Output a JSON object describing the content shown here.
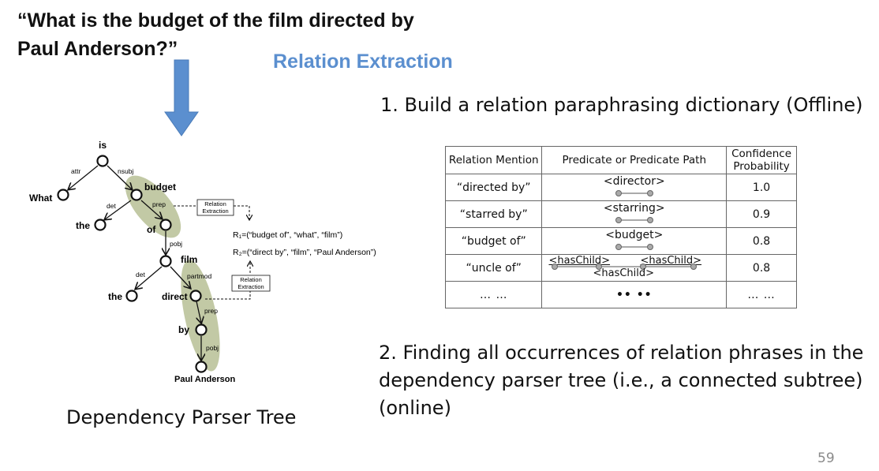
{
  "question": "“What is the budget of the film directed by Paul Anderson?”",
  "section_title": "Relation Extraction",
  "step1": "1.  Build a relation paraphrasing dictionary  (Offline)",
  "step2": "2.  Finding all occurrences of relation phrases in the dependency parser tree (i.e., a connected subtree) (online)",
  "tree_caption": "Dependency Parser Tree",
  "page_number": "59",
  "colors": {
    "title_blue": "#5b8fcf",
    "arrow_blue": "#5b8fcf",
    "highlight": "#b7bf95"
  },
  "tree": {
    "nodes": {
      "is": "is",
      "what": "What",
      "budget": "budget",
      "the1": "the",
      "of": "of",
      "film": "film",
      "the2": "the",
      "direct": "direct",
      "by": "by",
      "paul": "Paul Anderson"
    },
    "edges": {
      "attr": "attr",
      "nsubj": "nsubj",
      "det1": "det",
      "prep1": "prep",
      "pobj1": "pobj",
      "det2": "det",
      "partmod": "partmod",
      "prep2": "prep",
      "pobj2": "pobj"
    },
    "box_line1": "Relation",
    "box_line2": "Extraction",
    "r1": "R₁=(“budget of”, “what”, “film”)",
    "r2": "R₂=(“direct by”, “film”, “Paul Anderson”)"
  },
  "table": {
    "headers": [
      "Relation Mention",
      "Predicate or Predicate Path",
      "Confidence",
      "Probability"
    ],
    "rows": [
      {
        "mention": "“directed by”",
        "predicate": "<director>",
        "confidence": "1.0"
      },
      {
        "mention": "“starred by”",
        "predicate": "<starring>",
        "confidence": "0.9"
      },
      {
        "mention": "“budget of”",
        "predicate": "<budget>",
        "confidence": "0.8"
      },
      {
        "mention": "“uncle of”",
        "predicate_left": "<hasChild>",
        "predicate_right": "<hasChild>",
        "predicate_bottom": "<hasChild>",
        "confidence": "0.8"
      }
    ],
    "ellipsis_left": "… …",
    "ellipsis_mid": "•• ••",
    "ellipsis_right": "… …"
  }
}
